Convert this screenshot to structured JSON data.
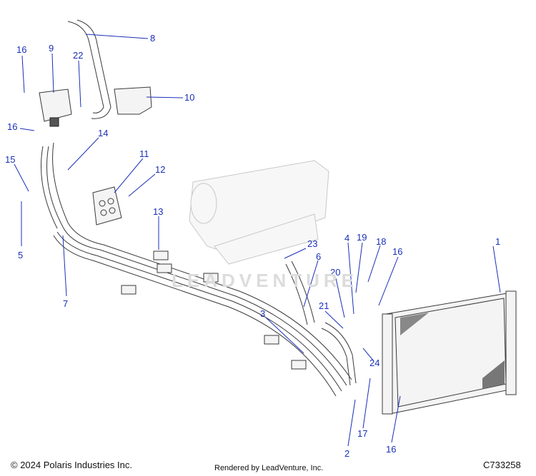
{
  "callouts": {
    "c1": "1",
    "c2": "2",
    "c3": "3",
    "c4": "4",
    "c5": "5",
    "c6": "6",
    "c7": "7",
    "c8": "8",
    "c9": "9",
    "c10": "10",
    "c11": "11",
    "c12": "12",
    "c13": "13",
    "c14": "14",
    "c15": "15",
    "c16a": "16",
    "c16b": "16",
    "c16c": "16",
    "c16d": "16",
    "c17": "17",
    "c18": "18",
    "c19": "19",
    "c20": "20",
    "c21": "21",
    "c22": "22",
    "c23": "23",
    "c24": "24"
  },
  "watermark": "LEADVENTURE",
  "footer": {
    "copyright": "© 2024 Polaris Industries Inc.",
    "rendered_by": "Rendered by LeadVenture, Inc.",
    "diagram_code": "C733258"
  },
  "colors": {
    "callout": "#1a2fb8",
    "line_art": "#3a3a3a"
  }
}
